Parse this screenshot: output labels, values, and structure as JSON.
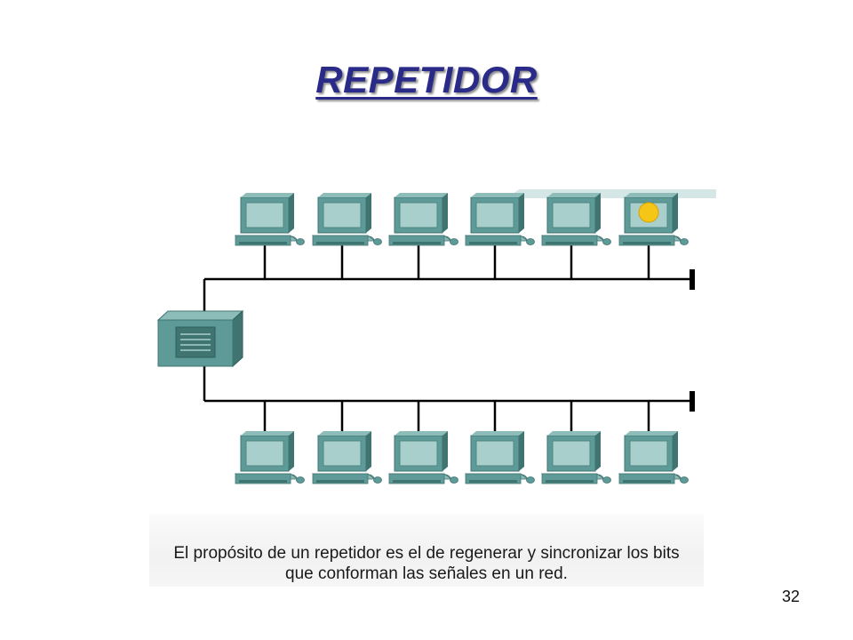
{
  "slide": {
    "title": "REPETIDOR",
    "caption_line1": "El propósito de un repetidor es el de regenerar y sincronizar los bits",
    "caption_line2": "que conforman las señales en un red.",
    "page_number": "32"
  },
  "diagram": {
    "top_segment": {
      "workstations": 6,
      "signal_on_workstation": 6
    },
    "bottom_segment": {
      "workstations": 6
    },
    "colors": {
      "device_body": "#5e9b98",
      "device_screen": "#a9cfcd",
      "device_dark": "#3f7471",
      "bus_line": "#000000",
      "signal_dot": "#f5c518",
      "title_text": "#2a2a88"
    },
    "icons": {
      "repeater": "repeater-icon",
      "workstation": "workstation-icon",
      "terminator": "bus-terminator-icon",
      "signal": "signal-dot-icon"
    }
  }
}
